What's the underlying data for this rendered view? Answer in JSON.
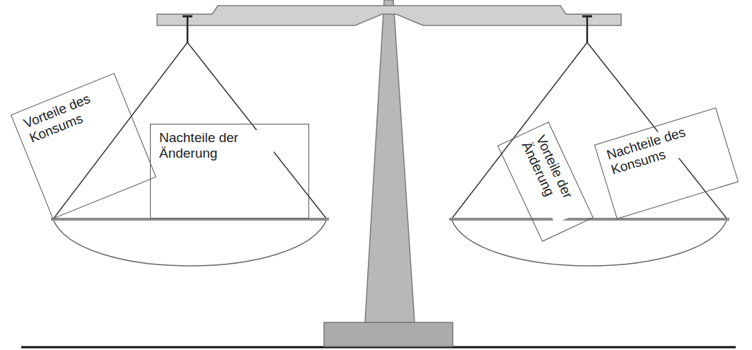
{
  "diagram": {
    "nodes": [
      {
        "text": [
          "Vorteile des Konsums"
        ]
      },
      {
        "text": [
          "Nachteile der Änderung"
        ]
      },
      {
        "text": [
          "Vorteile der Änderung"
        ]
      },
      {
        "text": [
          "Nachteile des Konsums"
        ]
      }
    ]
  }
}
